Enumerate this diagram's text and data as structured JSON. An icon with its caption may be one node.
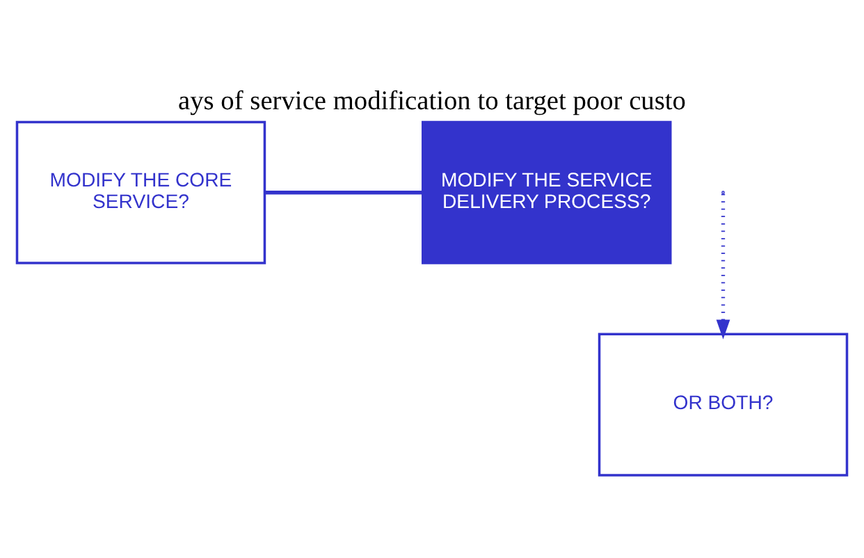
{
  "diagram": {
    "title": "ays of service modification to target poor custo",
    "nodes": [
      {
        "text": [
          "MODIFY THE CORE SERVICE?"
        ]
      },
      {
        "text": [
          "MODIFY THE SERVICE DELIVERY PROCESS?"
        ]
      },
      {
        "text": [
          "OR BOTH?"
        ]
      }
    ],
    "edges": [
      {
        "from": 0,
        "to": 1,
        "arrow": "none"
      },
      {
        "from": null,
        "to": 2,
        "arrow": "to",
        "style": "dashed"
      }
    ]
  }
}
